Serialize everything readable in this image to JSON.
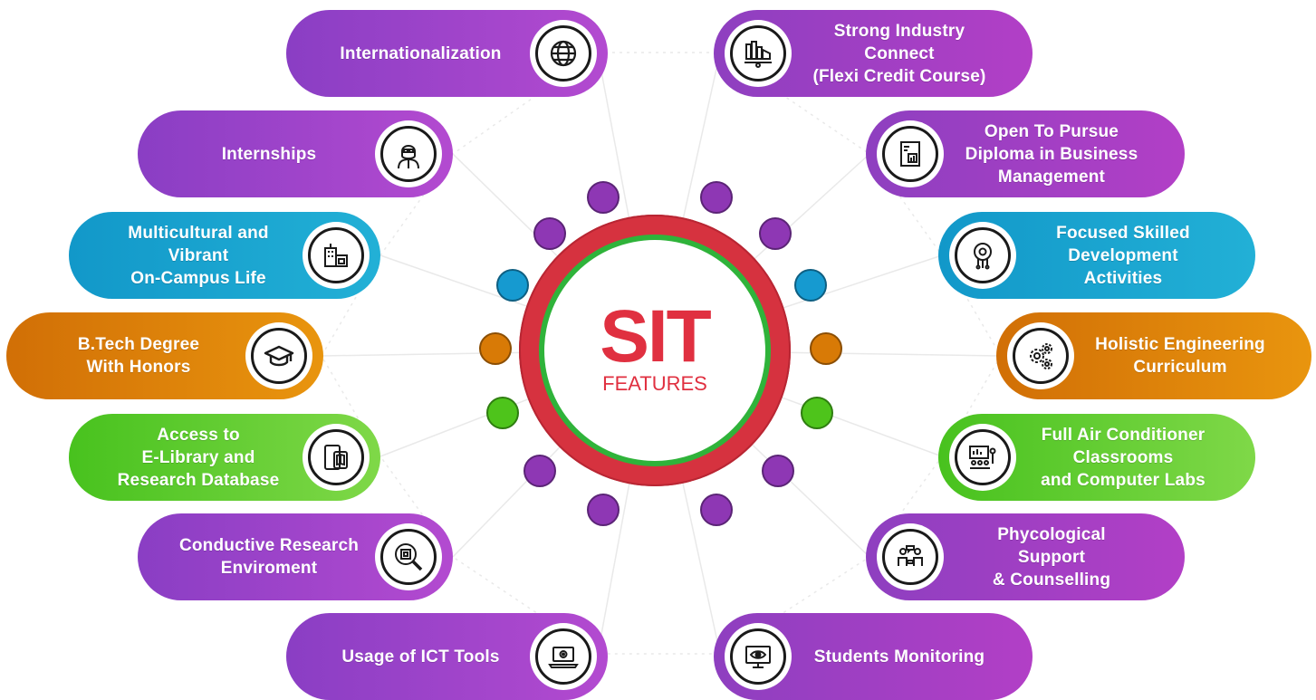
{
  "center": {
    "title": "SIT",
    "subtitle": "FEATURES"
  },
  "colors": {
    "purple": "#9b40c8",
    "blue": "#1aa3d0",
    "orange": "#e08a0a",
    "green": "#5cc92c",
    "hub_red": "#d6323f",
    "hub_green": "#2fb33a"
  },
  "features_left": [
    {
      "label": "Internationalization",
      "icon": "globe-icon"
    },
    {
      "label": "Internships",
      "icon": "student-icon"
    },
    {
      "label": "Multicultural and\nVibrant\nOn-Campus Life",
      "icon": "campus-buildings-icon"
    },
    {
      "label": "B.Tech Degree\nWith Honors",
      "icon": "graduation-cap-icon"
    },
    {
      "label": "Access to\nE-Library and\nResearch Database",
      "icon": "e-library-devices-icon"
    },
    {
      "label": "Conductive Research\nEnviroment",
      "icon": "chip-magnifier-icon"
    },
    {
      "label": "Usage of ICT Tools",
      "icon": "laptop-gear-icon"
    }
  ],
  "features_right": [
    {
      "label": "Strong Industry\nConnect\n(Flexi Credit Course)",
      "icon": "industry-icon"
    },
    {
      "label": "Open To Pursue\nDiploma in Business\nManagement",
      "icon": "business-report-icon"
    },
    {
      "label": "Focused Skilled\nDevelopment\nActivities",
      "icon": "brain-gear-icon"
    },
    {
      "label": "Holistic Engineering\nCurriculum",
      "icon": "gears-icon"
    },
    {
      "label": "Full Air Conditioner\nClassrooms\nand Computer Labs",
      "icon": "classroom-icon"
    },
    {
      "label": "Phycological\nSupport\n& Counselling",
      "icon": "counselling-icon"
    },
    {
      "label": "Students Monitoring",
      "icon": "monitor-eye-icon"
    }
  ]
}
